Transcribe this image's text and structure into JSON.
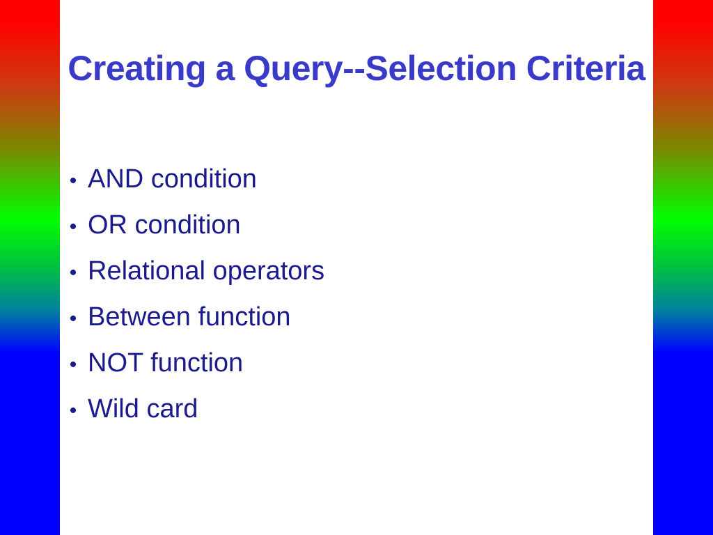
{
  "slide": {
    "title": "Creating a Query--Selection Criteria",
    "bullet_glyph": "•",
    "bullets": [
      "AND condition",
      "OR condition",
      "Relational operators",
      "Between function",
      "NOT function",
      "Wild card"
    ]
  },
  "colors": {
    "title": "#3a3ac8",
    "text": "#1a1a8c",
    "bar_top": "#ff0000",
    "bar_middle": "#00ff00",
    "bar_bottom": "#0000ff"
  }
}
